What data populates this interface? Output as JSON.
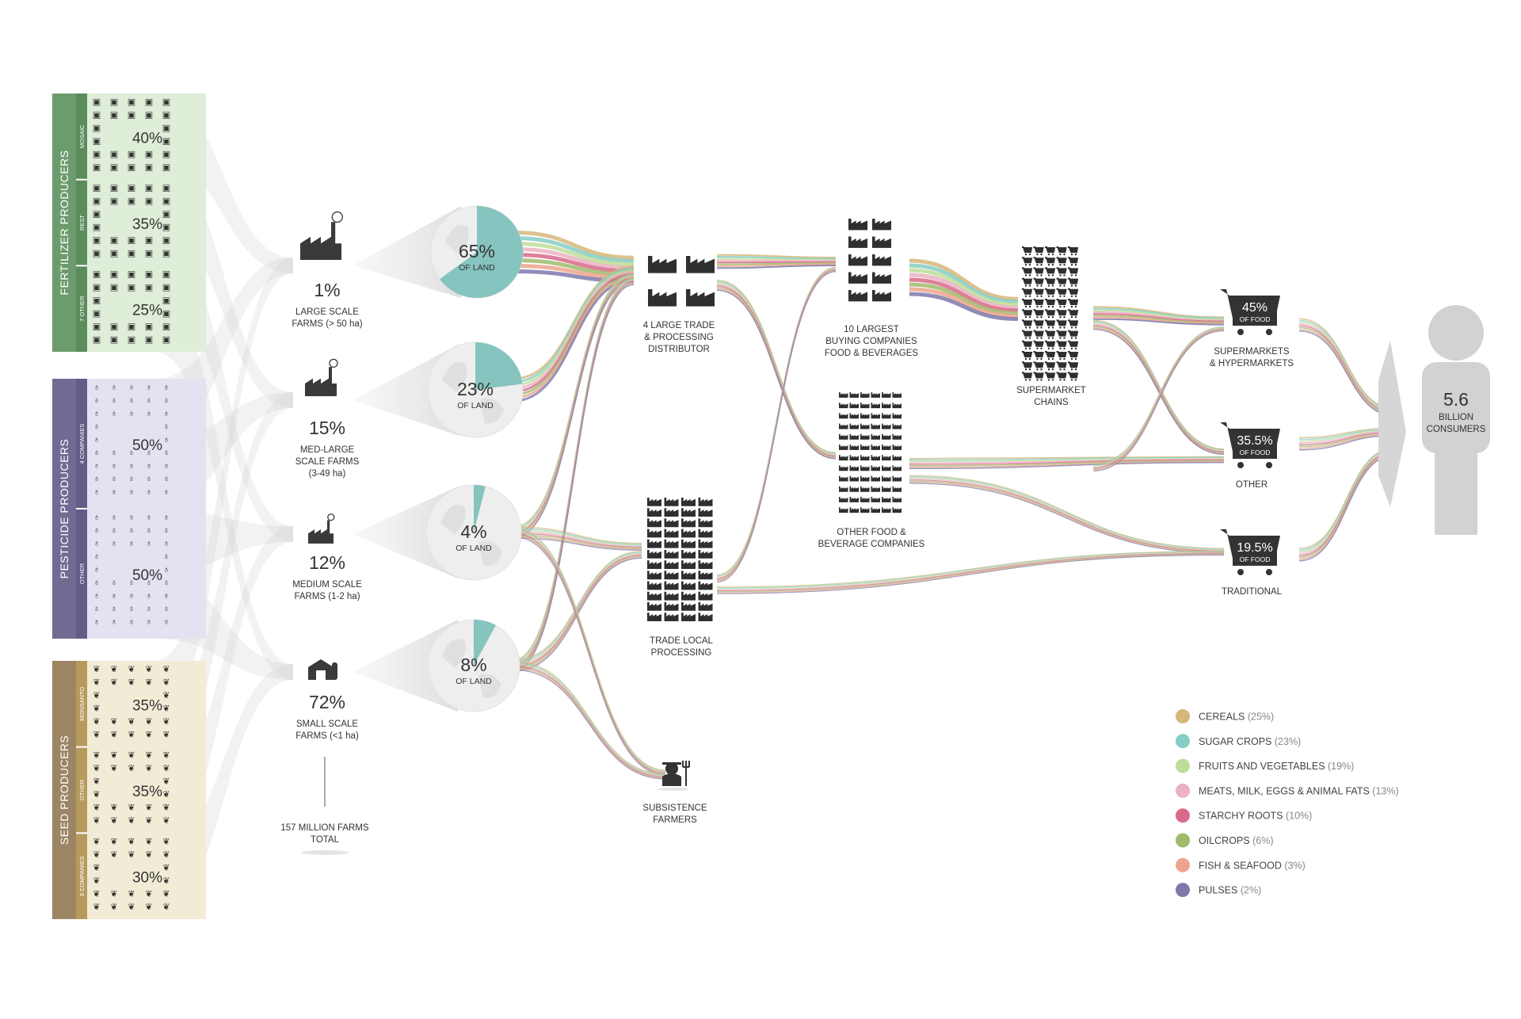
{
  "producers": [
    {
      "title": "FERTILIZER  PRODUCERS",
      "color": "#6c9c6d",
      "subcolor": "#5b8c5c",
      "bg": "#dfeed8",
      "icon": "fertilizer-bag-icon",
      "glyph": "▣",
      "segments": [
        {
          "label": "MOSAIC",
          "pct": "40%"
        },
        {
          "label": "REST",
          "pct": "35%"
        },
        {
          "label": "7 OTHER",
          "pct": "25%"
        }
      ]
    },
    {
      "title": "PESTICIDE  PRODUCERS",
      "color": "#706b93",
      "subcolor": "#625d86",
      "bg": "#e3e2f0",
      "icon": "pesticide-flask-icon",
      "glyph": "♁",
      "segments": [
        {
          "label": "4 COMPANIES",
          "pct": "50%"
        },
        {
          "label": "OTHER",
          "pct": "50%"
        }
      ]
    },
    {
      "title": "SEED  PRODUCERS",
      "color": "#9c8563",
      "subcolor": "#b89a5e",
      "bg": "#f2ecd6",
      "icon": "seed-icon",
      "glyph": "❦",
      "segments": [
        {
          "label": "MONSANTO",
          "pct": "35%"
        },
        {
          "label": "OTHER",
          "pct": "35%"
        },
        {
          "label": "6 COMPANIES",
          "pct": "30%"
        }
      ]
    }
  ],
  "farms": [
    {
      "pct": "1%",
      "line1": "LARGE SCALE",
      "line2": "FARMS (> 50 ha)",
      "line3": "",
      "icon": "large-factory-icon",
      "land": "65%",
      "land_fraction": 0.65
    },
    {
      "pct": "15%",
      "line1": "MED-LARGE",
      "line2": "SCALE FARMS",
      "line3": "(3-49 ha)",
      "icon": "factory-icon",
      "land": "23%",
      "land_fraction": 0.23
    },
    {
      "pct": "12%",
      "line1": "MEDIUM SCALE",
      "line2": "FARMS (1-2 ha)",
      "line3": "",
      "icon": "small-factory-icon",
      "land": "4%",
      "land_fraction": 0.04
    },
    {
      "pct": "72%",
      "line1": "SMALL SCALE",
      "line2": "FARMS (<1 ha)",
      "line3": "",
      "icon": "barn-icon",
      "land": "8%",
      "land_fraction": 0.08
    }
  ],
  "land_label": "OF LAND",
  "total_farms": {
    "line1": "157 MILLION FARMS",
    "line2": "TOTAL"
  },
  "traders": [
    {
      "line1": "4 LARGE TRADE",
      "line2": "& PROCESSING",
      "line3": "DISTRIBUTOR",
      "icon": "factory-grid-icon"
    },
    {
      "line1": "TRADE LOCAL",
      "line2": "PROCESSING",
      "line3": "",
      "icon": "factory-grid-icon"
    },
    {
      "line1": "SUBSISTENCE",
      "line2": "FARMERS",
      "line3": "",
      "icon": "farmer-icon"
    }
  ],
  "buyers": [
    {
      "line1": "10 LARGEST",
      "line2": "BUYING COMPANIES",
      "line3": "FOOD & BEVERAGES",
      "icon": "factory-grid-icon"
    },
    {
      "line1": "OTHER FOOD &",
      "line2": "BEVERAGE COMPANIES",
      "line3": "",
      "icon": "factory-grid-icon"
    }
  ],
  "supermarket": {
    "line1": "SUPERMARKET",
    "line2": "CHAINS",
    "icon": "cart-grid-icon"
  },
  "retail": [
    {
      "pct": "45%",
      "sub": "OF FOOD",
      "line1": "SUPERMARKETS",
      "line2": "& HYPERMARKETS",
      "icon": "shopping-cart-icon"
    },
    {
      "pct": "35.5%",
      "sub": "OF FOOD",
      "line1": "OTHER",
      "line2": "",
      "icon": "shopping-cart-icon"
    },
    {
      "pct": "19.5%",
      "sub": "OF FOOD",
      "line1": "TRADITIONAL",
      "line2": "",
      "icon": "shopping-cart-icon"
    }
  ],
  "consumers": {
    "value": "5.6",
    "line1": "BILLION",
    "line2": "CONSUMERS",
    "icon": "person-icon"
  },
  "legend": [
    {
      "label": "CEREALS",
      "share": "(25%)",
      "color": "#d6b77a"
    },
    {
      "label": "SUGAR CROPS",
      "share": "(23%)",
      "color": "#86cdc6"
    },
    {
      "label": "FRUITS AND VEGETABLES",
      "share": "(19%)",
      "color": "#bedd98"
    },
    {
      "label": "MEATS, MILK, EGGS & ANIMAL FATS",
      "share": "(13%)",
      "color": "#eab2c2"
    },
    {
      "label": "STARCHY ROOTS",
      "share": "(10%)",
      "color": "#d86a8a"
    },
    {
      "label": "OILCROPS",
      "share": "(6%)",
      "color": "#9fbb6d"
    },
    {
      "label": "FISH & SEAFOOD",
      "share": "(3%)",
      "color": "#eda48c"
    },
    {
      "label": "PULSES",
      "share": "(2%)",
      "color": "#7d7aab"
    }
  ]
}
